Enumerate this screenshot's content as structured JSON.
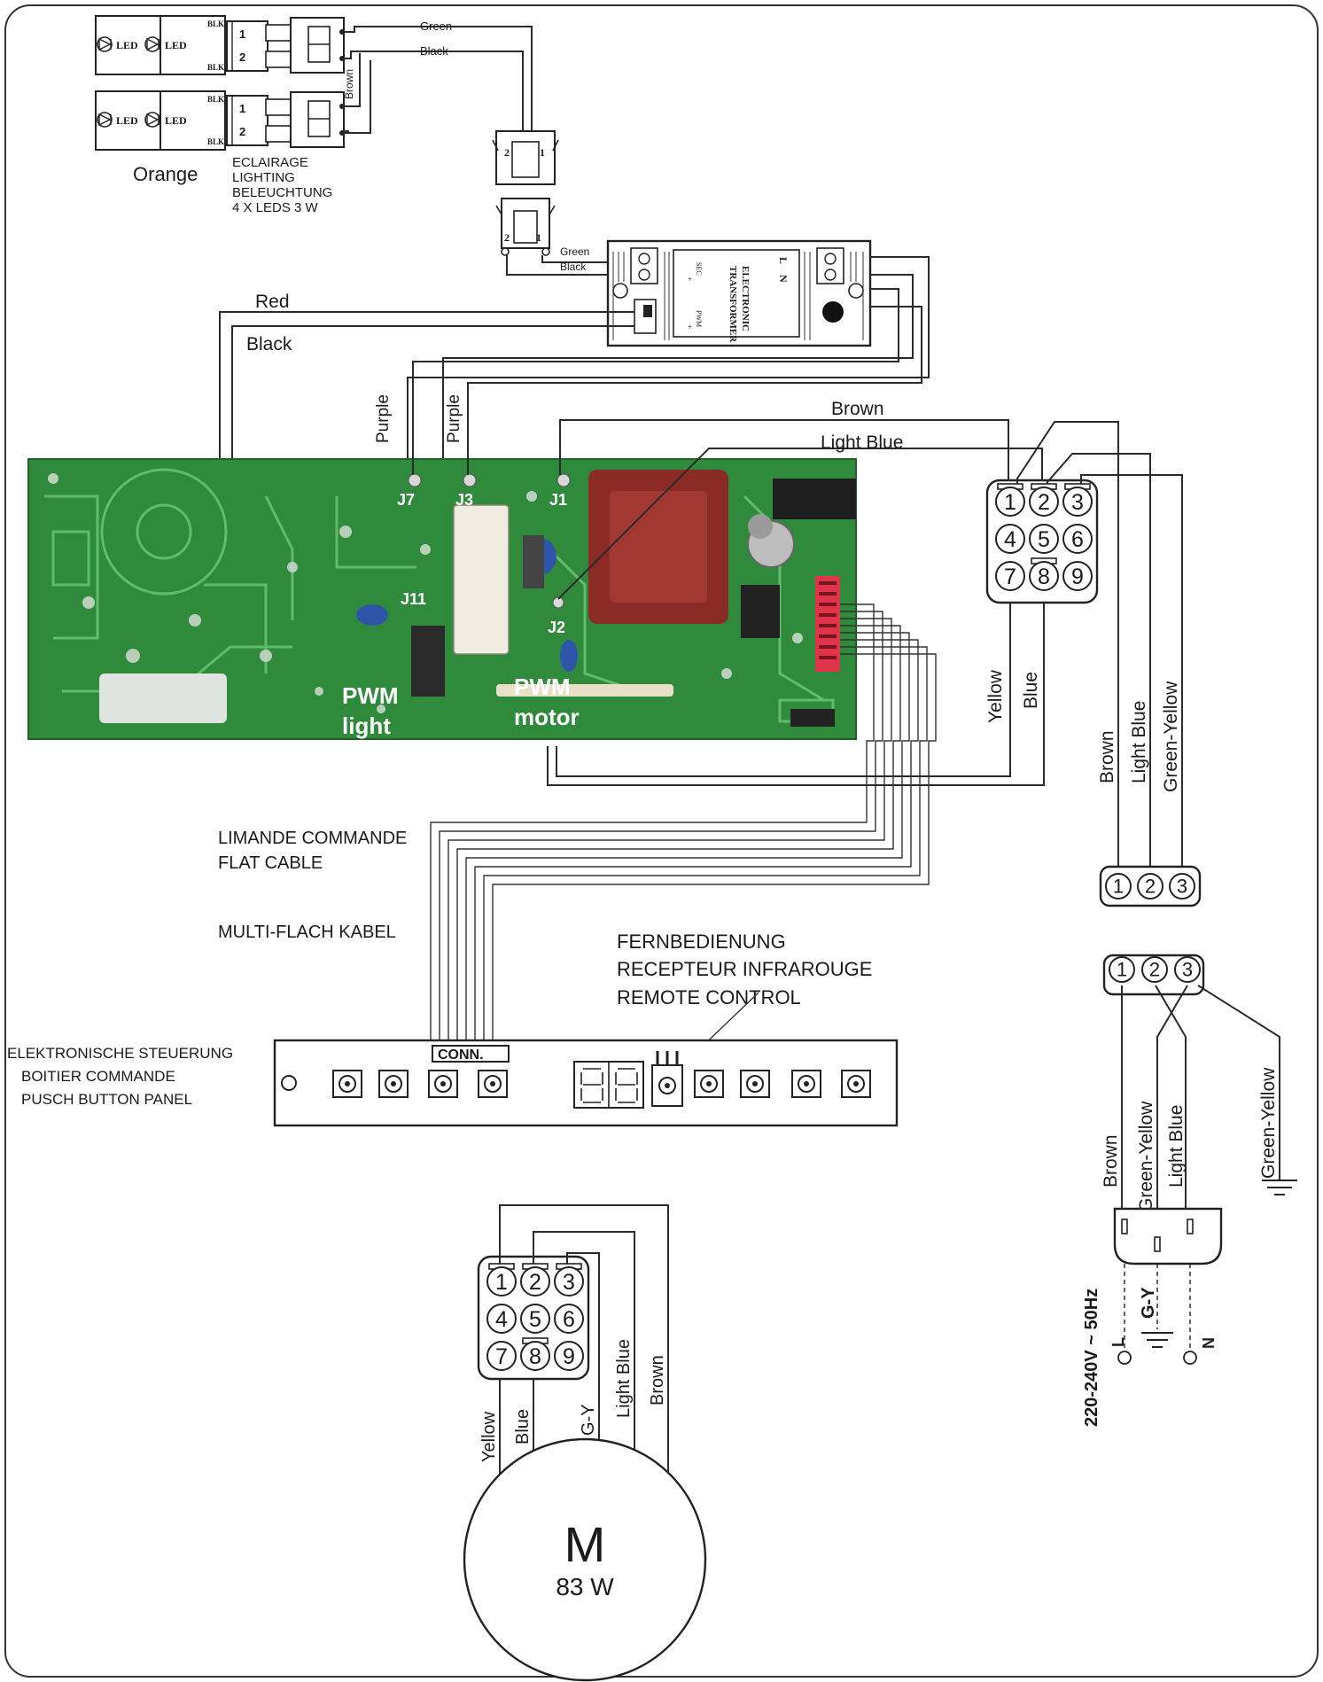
{
  "led_module": {
    "led_label": "LED",
    "blk_label": "BLK",
    "pin1": "1",
    "pin2": "2",
    "color_label": "Orange",
    "caption": [
      "ECLAIRAGE",
      "LIGHTING",
      "BELEUCHTUNG",
      "4 X LEDS 3 W"
    ]
  },
  "led_wires": {
    "green": "Green",
    "black": "Black",
    "brown": "Brown"
  },
  "connector_pins": {
    "pin2": "2",
    "pin1": "1"
  },
  "transformer": {
    "title_line1": "ELECTRONIC",
    "title_line2": "TRANSFORMER",
    "l_label": "L",
    "n_label": "N",
    "sec_label": "SEC",
    "pwm_label": "PWM",
    "plus_label": "+",
    "in_green": "Green",
    "in_black": "Black"
  },
  "pcb_wires": {
    "red": "Red",
    "black": "Black",
    "purple1": "Purple",
    "purple2": "Purple",
    "brown": "Brown",
    "light_blue": "Light Blue"
  },
  "pcb": {
    "j7": "J7",
    "j3": "J3",
    "j1": "J1",
    "j11": "J11",
    "j2": "J2",
    "pwm_light_1": "PWM",
    "pwm_light_2": "light",
    "pwm_motor_1": "PWM",
    "pwm_motor_2": "motor"
  },
  "connector_9pin": {
    "pins": [
      "1",
      "2",
      "3",
      "4",
      "5",
      "6",
      "7",
      "8",
      "9"
    ],
    "wire_yellow": "Yellow",
    "wire_blue": "Blue"
  },
  "mains_terminal": {
    "pins": [
      "1",
      "2",
      "3"
    ],
    "wire_brown": "Brown",
    "wire_light_blue": "Light Blue",
    "wire_green_yellow": "Green-Yellow"
  },
  "flat_cable": {
    "line1": "LIMANDE COMMANDE",
    "line2": "FLAT CABLE",
    "line3": "MULTI-FLACH KABEL"
  },
  "remote": {
    "line1": "FERNBEDIENUNG",
    "line2": "RECEPTEUR INFRAROUGE",
    "line3": "REMOTE CONTROL"
  },
  "control_panel": {
    "line1": "ELEKTRONISCHE STEUERUNG",
    "line2": "BOITIER COMMANDE",
    "line3": "PUSCH BUTTON PANEL",
    "conn_label": "CONN."
  },
  "plug": {
    "pins": [
      "1",
      "2",
      "3"
    ],
    "wire_brown": "Brown",
    "wire_green_yellow": "Green-Yellow",
    "wire_light_blue": "Light Blue",
    "wire_ground": "Green-Yellow",
    "voltage": "220-240V ~ 50Hz",
    "l_label": "L",
    "gy_label": "G-Y",
    "n_label": "N"
  },
  "motor": {
    "pins": [
      "1",
      "2",
      "3",
      "4",
      "5",
      "6",
      "7",
      "8",
      "9"
    ],
    "wire_yellow": "Yellow",
    "wire_blue": "Blue",
    "wire_gy": "G-Y",
    "wire_light_blue": "Light Blue",
    "wire_brown": "Brown",
    "symbol": "M",
    "power": "83 W"
  }
}
